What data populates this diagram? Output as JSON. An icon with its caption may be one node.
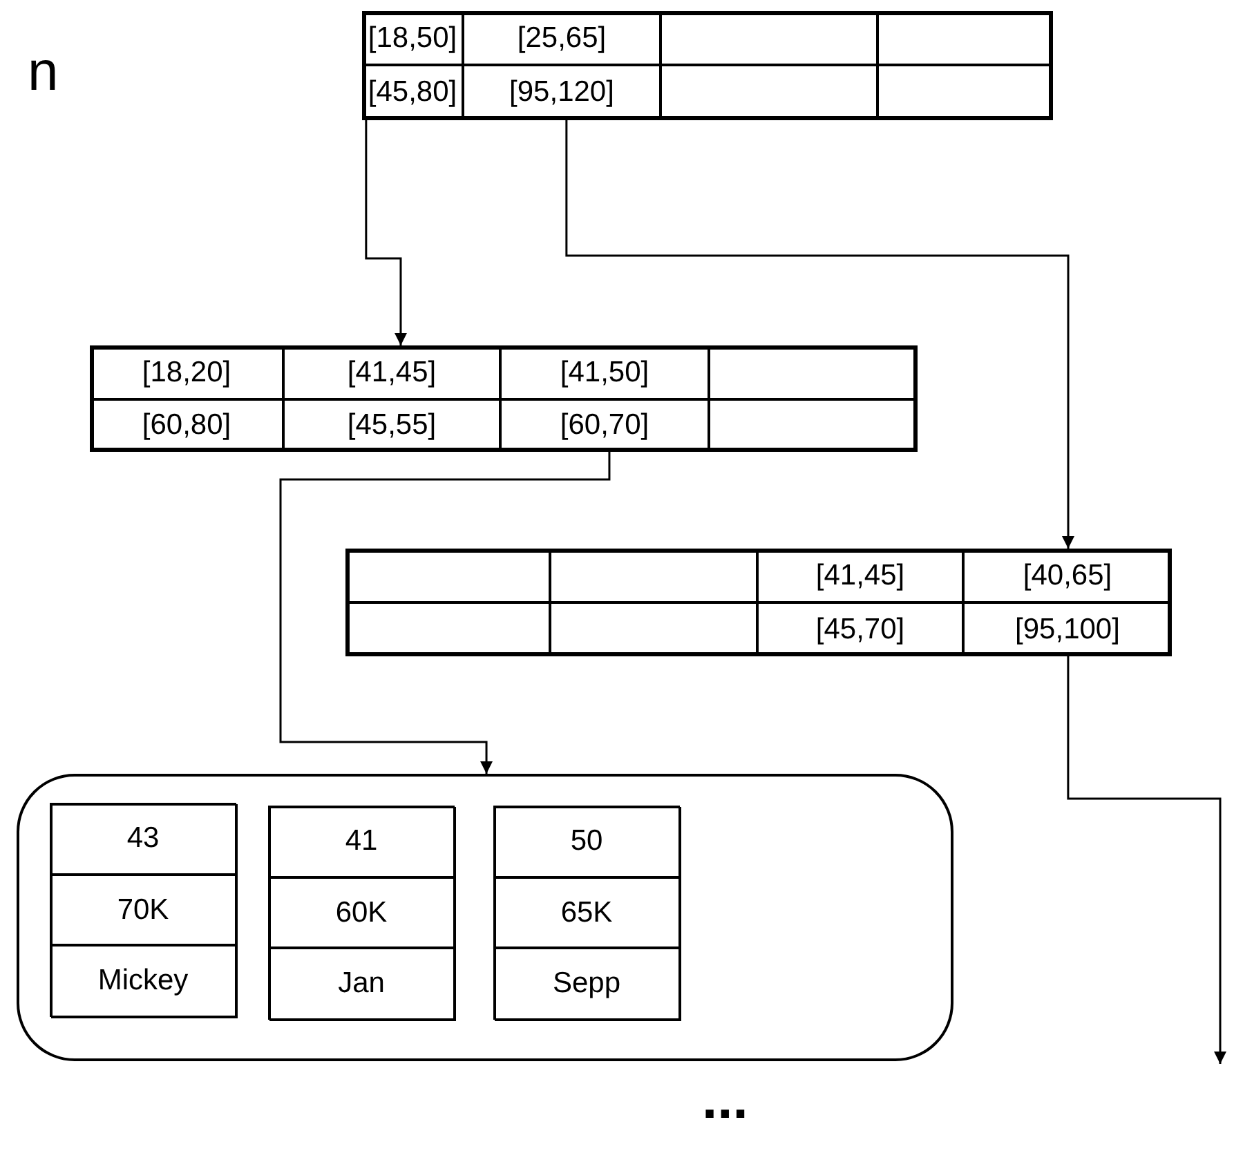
{
  "diagram": {
    "nodes": [
      {
        "text": [],
        "shape": "box"
      },
      {
        "text": [
          "[18,50]"
        ],
        "in": 0
      },
      {
        "text": [
          "[25,65]"
        ],
        "in": 0
      },
      {
        "text": [],
        "shape": "box",
        "in": 0
      },
      {
        "text": [],
        "shape": "box",
        "in": 0
      },
      {
        "text": [
          "[45,80]"
        ],
        "in": 0
      },
      {
        "text": [
          "[95,120]"
        ],
        "in": 0
      },
      {
        "text": [],
        "shape": "box",
        "in": 0
      },
      {
        "text": [],
        "shape": "box",
        "in": 0
      },
      {
        "text": [],
        "shape": "box"
      },
      {
        "text": [
          "[18,20]"
        ],
        "in": 9
      },
      {
        "text": [
          "[41,45]"
        ],
        "in": 9
      },
      {
        "text": [
          "[41,50]"
        ],
        "in": 9
      },
      {
        "text": [],
        "shape": "box",
        "in": 9
      },
      {
        "text": [
          "[60,80]"
        ],
        "in": 9
      },
      {
        "text": [
          "[45,55]"
        ],
        "in": 9
      },
      {
        "text": [
          "[60,70]"
        ],
        "in": 9
      },
      {
        "text": [],
        "shape": "box",
        "in": 9
      },
      {
        "text": [],
        "shape": "box"
      },
      {
        "text": [],
        "shape": "box",
        "in": 18
      },
      {
        "text": [],
        "shape": "box",
        "in": 18
      },
      {
        "text": [
          "[41,45]"
        ],
        "in": 18
      },
      {
        "text": [
          "[40,65]"
        ],
        "in": 18
      },
      {
        "text": [],
        "shape": "box",
        "in": 18
      },
      {
        "text": [],
        "shape": "box",
        "in": 18
      },
      {
        "text": [
          "[45,70]"
        ],
        "in": 18
      },
      {
        "text": [
          "[95,100]"
        ],
        "in": 18
      },
      {
        "text": [],
        "shape": "box"
      },
      {
        "text": [],
        "shape": "box",
        "in": 27
      },
      {
        "text": [
          "43"
        ],
        "in": 28
      },
      {
        "text": [
          "70K"
        ],
        "in": 28
      },
      {
        "text": [
          "Mickey"
        ],
        "in": 28
      },
      {
        "text": [],
        "shape": "box",
        "in": 27
      },
      {
        "text": [
          "41"
        ],
        "in": 32
      },
      {
        "text": [
          "60K"
        ],
        "in": 32
      },
      {
        "text": [
          "Jan"
        ],
        "in": 32
      },
      {
        "text": [],
        "shape": "box",
        "in": 27
      },
      {
        "text": [
          "50"
        ],
        "in": 36
      },
      {
        "text": [
          "65K"
        ],
        "in": 36
      },
      {
        "text": [
          "Sepp"
        ],
        "in": 36
      }
    ],
    "edges": [
      {
        "from": 5,
        "to": 9,
        "arrow": "to"
      },
      {
        "from": 6,
        "to": 18,
        "arrow": "to"
      },
      {
        "from": 16,
        "to": 27,
        "arrow": "to"
      },
      {
        "from": 26,
        "to": null,
        "arrow": "to"
      }
    ],
    "labels": [
      "n",
      "..."
    ]
  }
}
